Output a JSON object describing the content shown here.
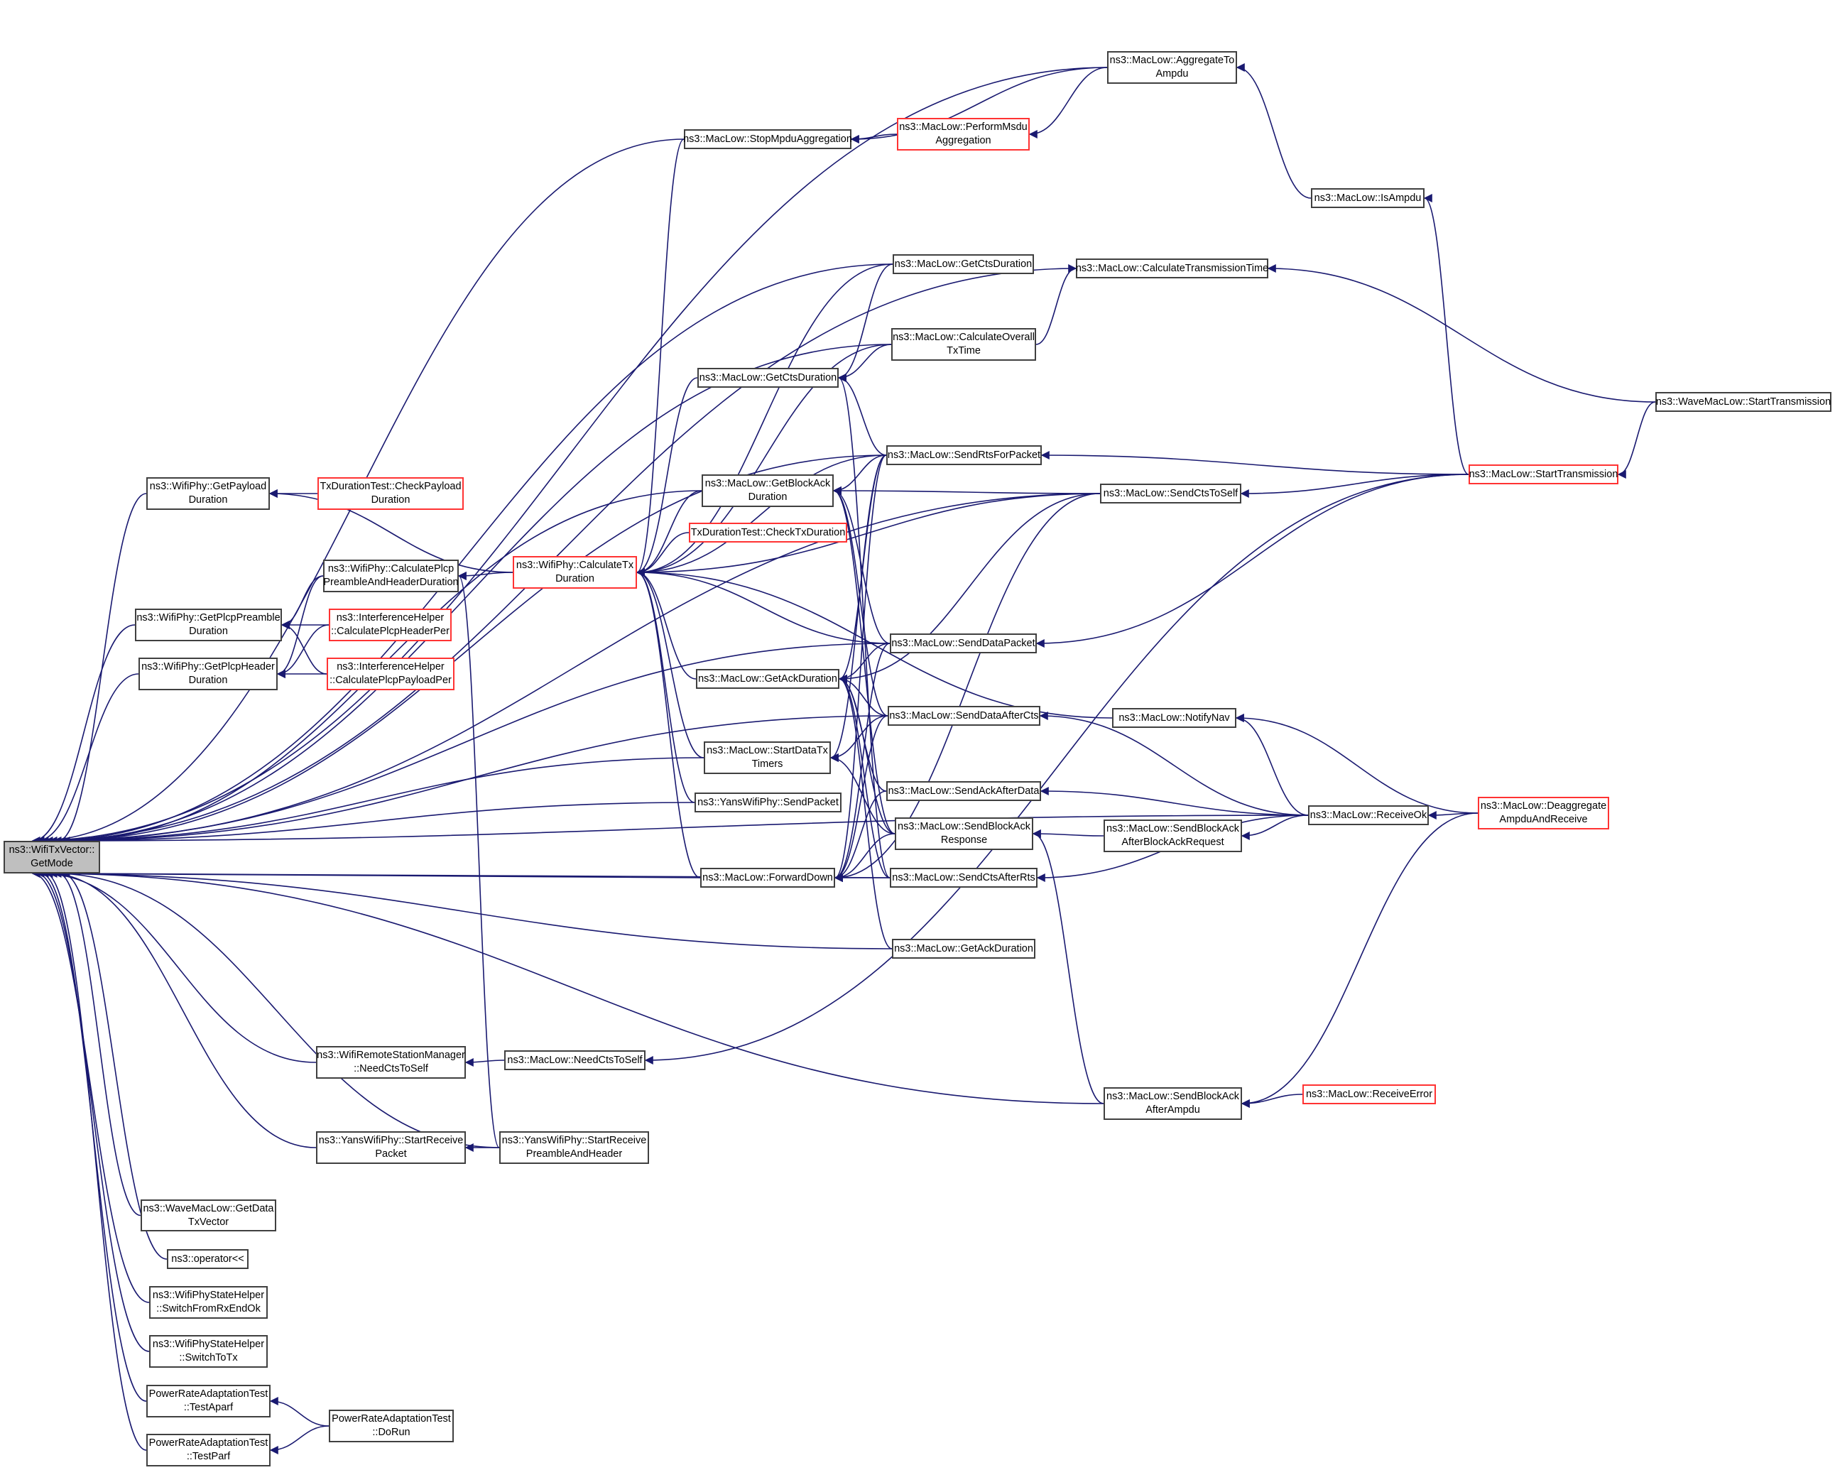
{
  "diagram": {
    "type": "call-graph",
    "edge_color": "#191970",
    "root": "getmode",
    "nodes": [
      {
        "id": "getmode",
        "label": "ns3::WifiTxVector::\nGetMode",
        "style": "root"
      },
      {
        "id": "aggregate",
        "label": "ns3::MacLow::AggregateTo\nAmpdu",
        "style": "normal"
      },
      {
        "id": "stopmpdu",
        "label": "ns3::MacLow::StopMpduAggregation",
        "style": "normal"
      },
      {
        "id": "performmsdu",
        "label": "ns3::MacLow::PerformMsdu\nAggregation",
        "style": "red"
      },
      {
        "id": "isampdu",
        "label": "ns3::MacLow::IsAmpdu",
        "style": "normal"
      },
      {
        "id": "getcts_top",
        "label": "ns3::MacLow::GetCtsDuration",
        "style": "normal"
      },
      {
        "id": "calctranstime",
        "label": "ns3::MacLow::CalculateTransmissionTime",
        "style": "normal"
      },
      {
        "id": "calcoverall",
        "label": "ns3::MacLow::CalculateOverall\nTxTime",
        "style": "normal"
      },
      {
        "id": "getcts",
        "label": "ns3::MacLow::GetCtsDuration",
        "style": "normal"
      },
      {
        "id": "wavestart",
        "label": "ns3::WaveMacLow::StartTransmission",
        "style": "normal"
      },
      {
        "id": "getpayload",
        "label": "ns3::WifiPhy::GetPayload\nDuration",
        "style": "normal"
      },
      {
        "id": "checkpayload",
        "label": "TxDurationTest::CheckPayload\nDuration",
        "style": "red"
      },
      {
        "id": "sendrts",
        "label": "ns3::MacLow::SendRtsForPacket",
        "style": "normal"
      },
      {
        "id": "starttrans",
        "label": "ns3::MacLow::StartTransmission",
        "style": "red"
      },
      {
        "id": "getblockack",
        "label": "ns3::MacLow::GetBlockAck\nDuration",
        "style": "normal"
      },
      {
        "id": "sendctstoself",
        "label": "ns3::MacLow::SendCtsToSelf",
        "style": "normal"
      },
      {
        "id": "checktx",
        "label": "TxDurationTest::CheckTxDuration",
        "style": "red"
      },
      {
        "id": "calcplcp",
        "label": "ns3::WifiPhy::CalculatePlcp\nPreambleAndHeaderDuration",
        "style": "normal"
      },
      {
        "id": "calctx",
        "label": "ns3::WifiPhy::CalculateTx\nDuration",
        "style": "red"
      },
      {
        "id": "getpreamble",
        "label": "ns3::WifiPhy::GetPlcpPreamble\nDuration",
        "style": "normal"
      },
      {
        "id": "headerper",
        "label": "ns3::InterferenceHelper\n::CalculatePlcpHeaderPer",
        "style": "red"
      },
      {
        "id": "getheader",
        "label": "ns3::WifiPhy::GetPlcpHeader\nDuration",
        "style": "normal"
      },
      {
        "id": "payloadper",
        "label": "ns3::InterferenceHelper\n::CalculatePlcpPayloadPer",
        "style": "red"
      },
      {
        "id": "senddatapacket",
        "label": "ns3::MacLow::SendDataPacket",
        "style": "normal"
      },
      {
        "id": "getack",
        "label": "ns3::MacLow::GetAckDuration",
        "style": "normal"
      },
      {
        "id": "senddataaftercts",
        "label": "ns3::MacLow::SendDataAfterCts",
        "style": "normal"
      },
      {
        "id": "notifynav",
        "label": "ns3::MacLow::NotifyNav",
        "style": "normal"
      },
      {
        "id": "startdatatx",
        "label": "ns3::MacLow::StartDataTx\nTimers",
        "style": "normal"
      },
      {
        "id": "yanssend",
        "label": "ns3::YansWifiPhy::SendPacket",
        "style": "normal"
      },
      {
        "id": "sendackafterdata",
        "label": "ns3::MacLow::SendAckAfterData",
        "style": "normal"
      },
      {
        "id": "receiveok",
        "label": "ns3::MacLow::ReceiveOk",
        "style": "normal"
      },
      {
        "id": "deaggregate",
        "label": "ns3::MacLow::Deaggregate\nAmpduAndReceive",
        "style": "red"
      },
      {
        "id": "sendblockackresp",
        "label": "ns3::MacLow::SendBlockAck\nResponse",
        "style": "normal"
      },
      {
        "id": "sendbaafterbar",
        "label": "ns3::MacLow::SendBlockAck\nAfterBlockAckRequest",
        "style": "normal"
      },
      {
        "id": "forwarddown",
        "label": "ns3::MacLow::ForwardDown",
        "style": "normal"
      },
      {
        "id": "sendctsafterrts",
        "label": "ns3::MacLow::SendCtsAfterRts",
        "style": "normal"
      },
      {
        "id": "getack_bottom",
        "label": "ns3::MacLow::GetAckDuration",
        "style": "normal"
      },
      {
        "id": "mgrneedcts",
        "label": "ns3::WifiRemoteStationManager\n::NeedCtsToSelf",
        "style": "normal"
      },
      {
        "id": "needcts",
        "label": "ns3::MacLow::NeedCtsToSelf",
        "style": "normal"
      },
      {
        "id": "sendbaafterampdu",
        "label": "ns3::MacLow::SendBlockAck\nAfterAmpdu",
        "style": "normal"
      },
      {
        "id": "receiveerror",
        "label": "ns3::MacLow::ReceiveError",
        "style": "red"
      },
      {
        "id": "startrxpacket",
        "label": "ns3::YansWifiPhy::StartReceive\nPacket",
        "style": "normal"
      },
      {
        "id": "startrxpreamble",
        "label": "ns3::YansWifiPhy::StartReceive\nPreambleAndHeader",
        "style": "normal"
      },
      {
        "id": "getdatatxvector",
        "label": "ns3::WaveMacLow::GetData\nTxVector",
        "style": "normal"
      },
      {
        "id": "operator",
        "label": "ns3::operator<<",
        "style": "normal"
      },
      {
        "id": "switchfromrx",
        "label": "ns3::WifiPhyStateHelper\n::SwitchFromRxEndOk",
        "style": "normal"
      },
      {
        "id": "switchtotx",
        "label": "ns3::WifiPhyStateHelper\n::SwitchToTx",
        "style": "normal"
      },
      {
        "id": "testaparf",
        "label": "PowerRateAdaptationTest\n::TestAparf",
        "style": "normal"
      },
      {
        "id": "testparf",
        "label": "PowerRateAdaptationTest\n::TestParf",
        "style": "normal"
      },
      {
        "id": "dorun",
        "label": "PowerRateAdaptationTest\n::DoRun",
        "style": "normal"
      }
    ],
    "edges": [
      [
        "aggregate",
        "getmode"
      ],
      [
        "stopmpdu",
        "getmode"
      ],
      [
        "calctranstime",
        "getmode"
      ],
      [
        "getcts_top",
        "getmode"
      ],
      [
        "calcoverall",
        "getmode"
      ],
      [
        "sendrts",
        "getmode"
      ],
      [
        "getpayload",
        "getmode"
      ],
      [
        "getblockack",
        "getmode"
      ],
      [
        "getpreamble",
        "getmode"
      ],
      [
        "getheader",
        "getmode"
      ],
      [
        "senddatapacket",
        "getmode"
      ],
      [
        "startdatatx",
        "getmode"
      ],
      [
        "yanssend",
        "getmode"
      ],
      [
        "senddataaftercts",
        "getmode"
      ],
      [
        "forwarddown",
        "getmode"
      ],
      [
        "sendctsafterrts",
        "getmode"
      ],
      [
        "getack_bottom",
        "getmode"
      ],
      [
        "receiveok",
        "getmode"
      ],
      [
        "mgrneedcts",
        "getmode"
      ],
      [
        "sendbaafterampdu",
        "getmode"
      ],
      [
        "startrxpacket",
        "getmode"
      ],
      [
        "startrxpreamble",
        "getmode"
      ],
      [
        "getdatatxvector",
        "getmode"
      ],
      [
        "operator",
        "getmode"
      ],
      [
        "switchfromrx",
        "getmode"
      ],
      [
        "switchtotx",
        "getmode"
      ],
      [
        "testaparf",
        "getmode"
      ],
      [
        "testparf",
        "getmode"
      ],
      [
        "sendctstoself",
        "getmode"
      ],
      [
        "aggregate",
        "stopmpdu"
      ],
      [
        "performmsdu",
        "stopmpdu"
      ],
      [
        "aggregate",
        "performmsdu"
      ],
      [
        "isampdu",
        "aggregate"
      ],
      [
        "starttrans",
        "isampdu"
      ],
      [
        "wavestart",
        "calctranstime"
      ],
      [
        "calcoverall",
        "calctranstime"
      ],
      [
        "wavestart",
        "starttrans"
      ],
      [
        "checkpayload",
        "getpayload"
      ],
      [
        "calctx",
        "getpayload"
      ],
      [
        "calcplcp",
        "getpreamble"
      ],
      [
        "headerper",
        "getpreamble"
      ],
      [
        "payloadper",
        "getpreamble"
      ],
      [
        "calcplcp",
        "getheader"
      ],
      [
        "headerper",
        "getheader"
      ],
      [
        "payloadper",
        "getheader"
      ],
      [
        "calctx",
        "calcplcp"
      ],
      [
        "startrxpreamble",
        "calcplcp"
      ],
      [
        "stopmpdu",
        "calctx"
      ],
      [
        "getcts_top",
        "calctx"
      ],
      [
        "calcoverall",
        "calctx"
      ],
      [
        "getcts",
        "calctx"
      ],
      [
        "sendrts",
        "calctx"
      ],
      [
        "getblockack",
        "calctx"
      ],
      [
        "checktx",
        "calctx"
      ],
      [
        "notifynav",
        "calctx"
      ],
      [
        "sendctstoself",
        "calctx"
      ],
      [
        "senddatapacket",
        "calctx"
      ],
      [
        "getack",
        "calctx"
      ],
      [
        "startdatatx",
        "calctx"
      ],
      [
        "yanssend",
        "calctx"
      ],
      [
        "forwarddown",
        "calctx"
      ],
      [
        "calcoverall",
        "getcts"
      ],
      [
        "sendrts",
        "getcts"
      ],
      [
        "getcts_top",
        "getcts"
      ],
      [
        "sendctsafterrts",
        "getcts"
      ],
      [
        "sendrts",
        "getblockack"
      ],
      [
        "sendctstoself",
        "getblockack"
      ],
      [
        "senddatapacket",
        "getblockack"
      ],
      [
        "sendblockackresp",
        "getblockack"
      ],
      [
        "senddataaftercts",
        "getblockack"
      ],
      [
        "starttrans",
        "sendrts"
      ],
      [
        "starttrans",
        "sendctstoself"
      ],
      [
        "starttrans",
        "senddatapacket"
      ],
      [
        "sendrts",
        "getack"
      ],
      [
        "sendctstoself",
        "getack"
      ],
      [
        "senddatapacket",
        "getack"
      ],
      [
        "senddataaftercts",
        "getack"
      ],
      [
        "sendblockackresp",
        "getack"
      ],
      [
        "sendctsafterrts",
        "getack"
      ],
      [
        "getack_bottom",
        "getack"
      ],
      [
        "sendackafterdata",
        "getack"
      ],
      [
        "receiveok",
        "senddataaftercts"
      ],
      [
        "receiveok",
        "notifynav"
      ],
      [
        "deaggregate",
        "notifynav"
      ],
      [
        "senddataaftercts",
        "startdatatx"
      ],
      [
        "sendrts",
        "startdatatx"
      ],
      [
        "sendblockackresp",
        "startdatatx"
      ],
      [
        "receiveok",
        "sendackafterdata"
      ],
      [
        "deaggregate",
        "receiveok"
      ],
      [
        "sendbaafterbar",
        "sendblockackresp"
      ],
      [
        "sendbaafterampdu",
        "sendblockackresp"
      ],
      [
        "receiveok",
        "sendbaafterbar"
      ],
      [
        "sendctsafterrts",
        "forwarddown"
      ],
      [
        "sendrts",
        "forwarddown"
      ],
      [
        "sendctstoself",
        "forwarddown"
      ],
      [
        "senddatapacket",
        "forwarddown"
      ],
      [
        "senddataaftercts",
        "forwarddown"
      ],
      [
        "sendblockackresp",
        "forwarddown"
      ],
      [
        "sendackafterdata",
        "forwarddown"
      ],
      [
        "receiveok",
        "sendctsafterrts"
      ],
      [
        "starttrans",
        "needcts"
      ],
      [
        "needcts",
        "mgrneedcts"
      ],
      [
        "receiveerror",
        "sendbaafterampdu"
      ],
      [
        "deaggregate",
        "sendbaafterampdu"
      ],
      [
        "startrxpreamble",
        "startrxpacket"
      ],
      [
        "dorun",
        "testaparf"
      ],
      [
        "dorun",
        "testparf"
      ]
    ]
  }
}
